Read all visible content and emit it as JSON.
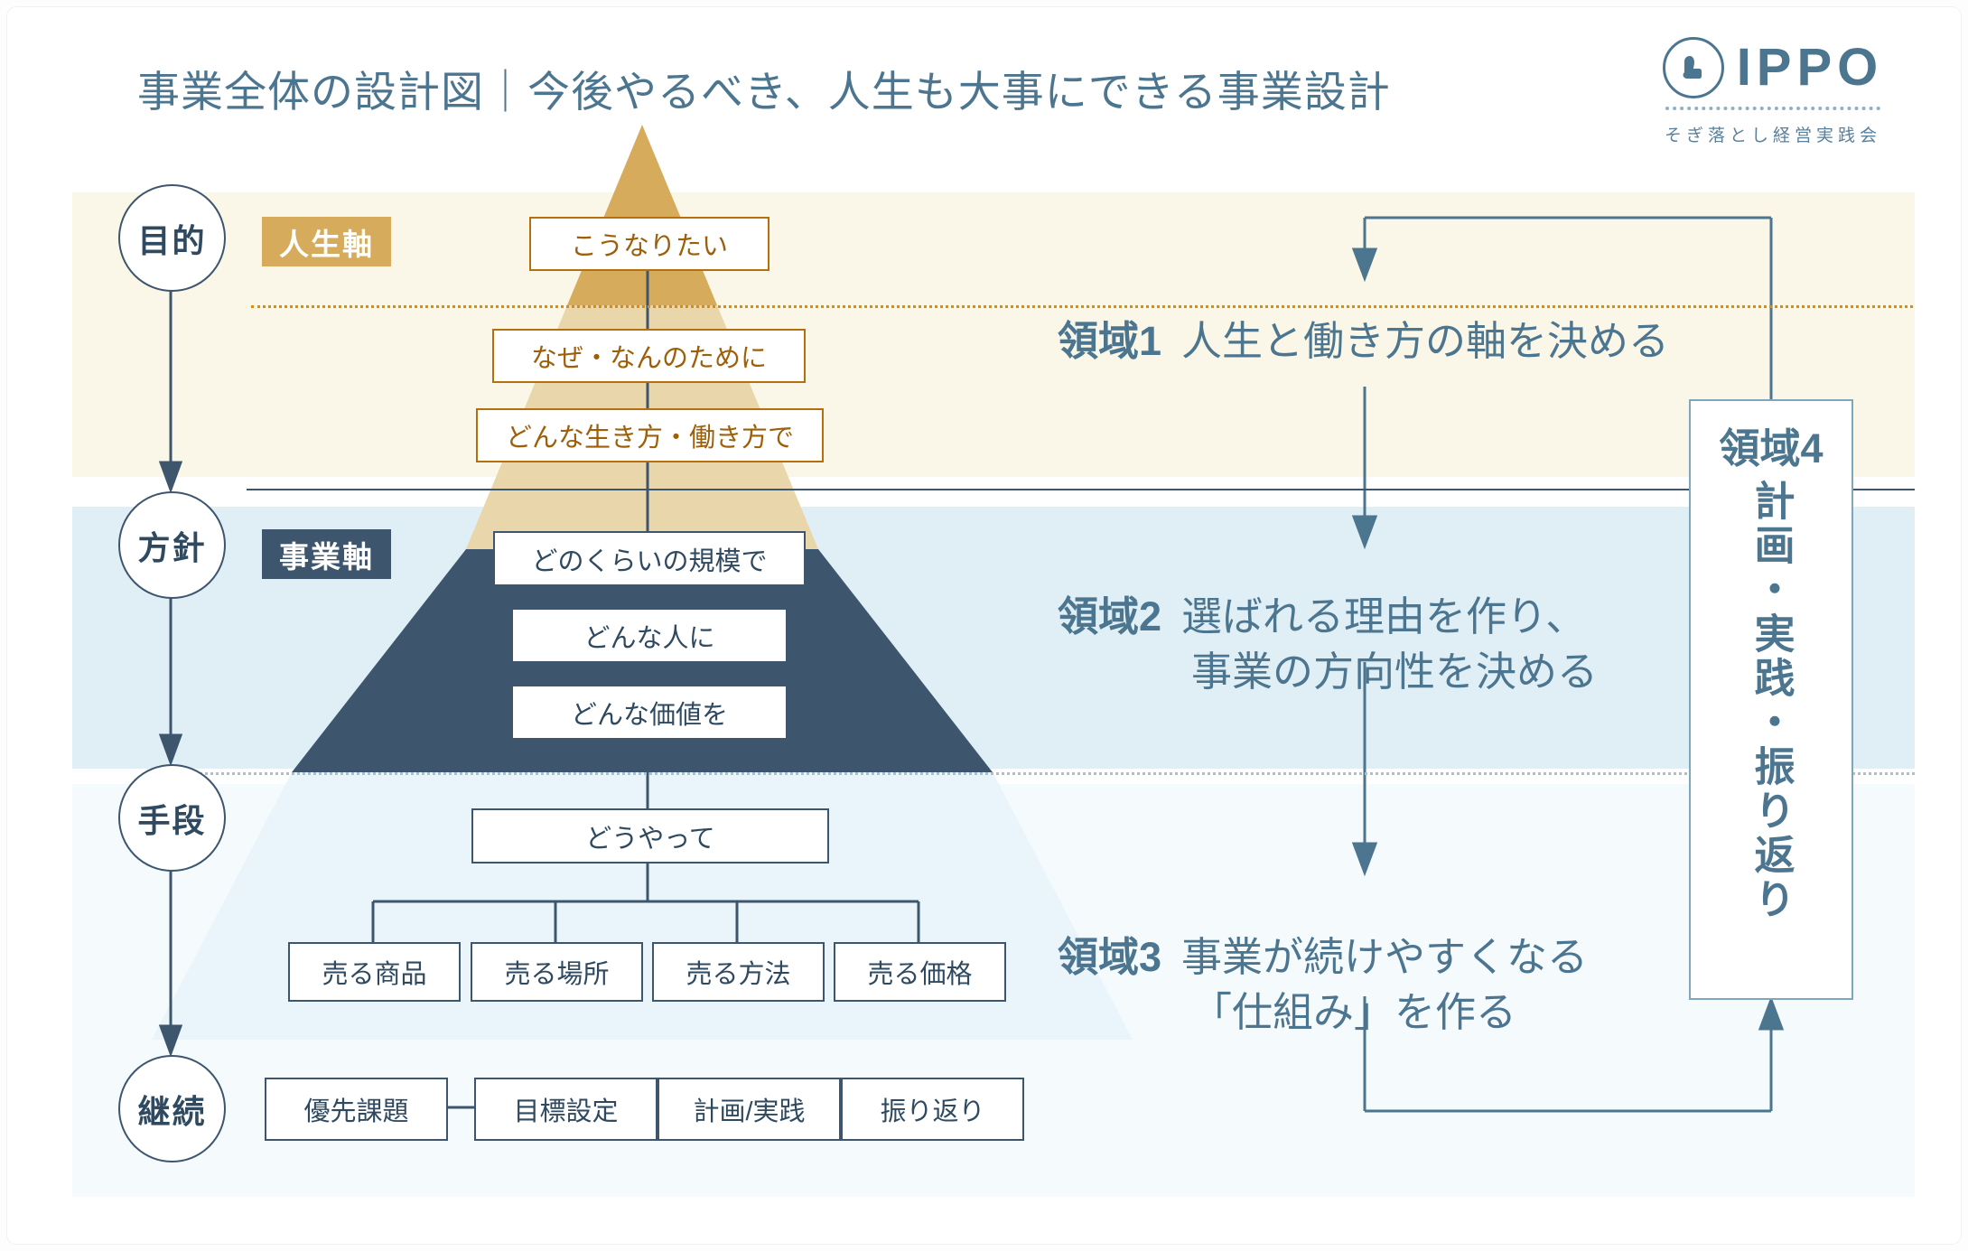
{
  "header": {
    "title": "事業全体の設計図｜今後やるべき、人生も大事にできる事業設計",
    "logo_word": "IPPO",
    "logo_tagline": "そぎ落とし経営実践会",
    "logo_mark_icon": "footprint-circle-icon"
  },
  "colors": {
    "brand_blue": "#4c7590",
    "navy": "#3d566e",
    "gold": "#d6ab5b",
    "gold_border": "#b5700d",
    "band_purpose": "#fbf7e8",
    "band_policy": "#e0eef5",
    "band_means": "#f5fafd"
  },
  "stages": [
    {
      "label": "目的"
    },
    {
      "label": "方針"
    },
    {
      "label": "手段"
    },
    {
      "label": "継続"
    }
  ],
  "badges": {
    "life_axis": "人生軸",
    "business_axis": "事業軸"
  },
  "pyramid": {
    "purpose_boxes": [
      "こうなりたい",
      "なぜ・なんのために",
      "どんな生き方・働き方で"
    ],
    "policy_boxes": [
      "どのくらいの規模で",
      "どんな人に",
      "どんな価値を"
    ],
    "means_root": "どうやって",
    "means_children": [
      "売る商品",
      "売る場所",
      "売る方法",
      "売る価格"
    ],
    "continuation_boxes": [
      "優先課題",
      "目標設定",
      "計画/実践",
      "振り返り"
    ]
  },
  "areas": [
    {
      "number": "領域1",
      "line1": "人生と働き方の軸を決める",
      "line2": ""
    },
    {
      "number": "領域2",
      "line1": "選ばれる理由を作り、",
      "line2": "事業の方向性を決める"
    },
    {
      "number": "領域3",
      "line1": "事業が続けやすくなる",
      "line2": "「仕組み」を作る"
    }
  ],
  "area4": {
    "number": "領域4",
    "vertical_text": "計画・実践・振り返り"
  }
}
